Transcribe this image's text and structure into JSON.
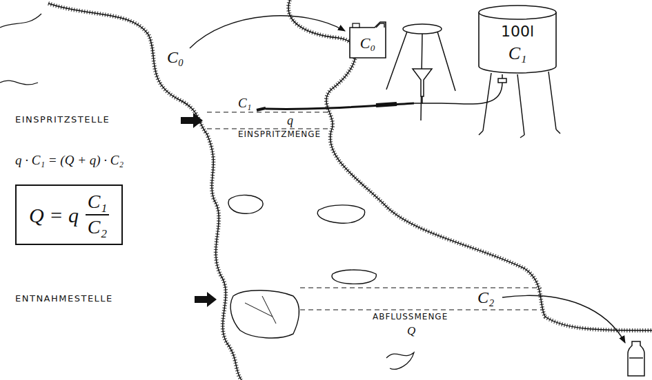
{
  "diagram": {
    "nodes": [
      {
        "text": [
          "C₀"
        ]
      },
      {
        "text": [
          "100l",
          "C₁"
        ]
      },
      {
        "text": [
          "Q = q",
          "C₁",
          "C₂"
        ]
      }
    ],
    "labels": [
      "C₀",
      "EINSPRITZSTELLE",
      "C₁",
      "q",
      "EINSPRITZMENGE",
      "q · C₁ = (Q + q) · C₂",
      "ENTNAHMESTELLE",
      "C₂",
      "ABFLUSSMENGE",
      "Q"
    ]
  }
}
